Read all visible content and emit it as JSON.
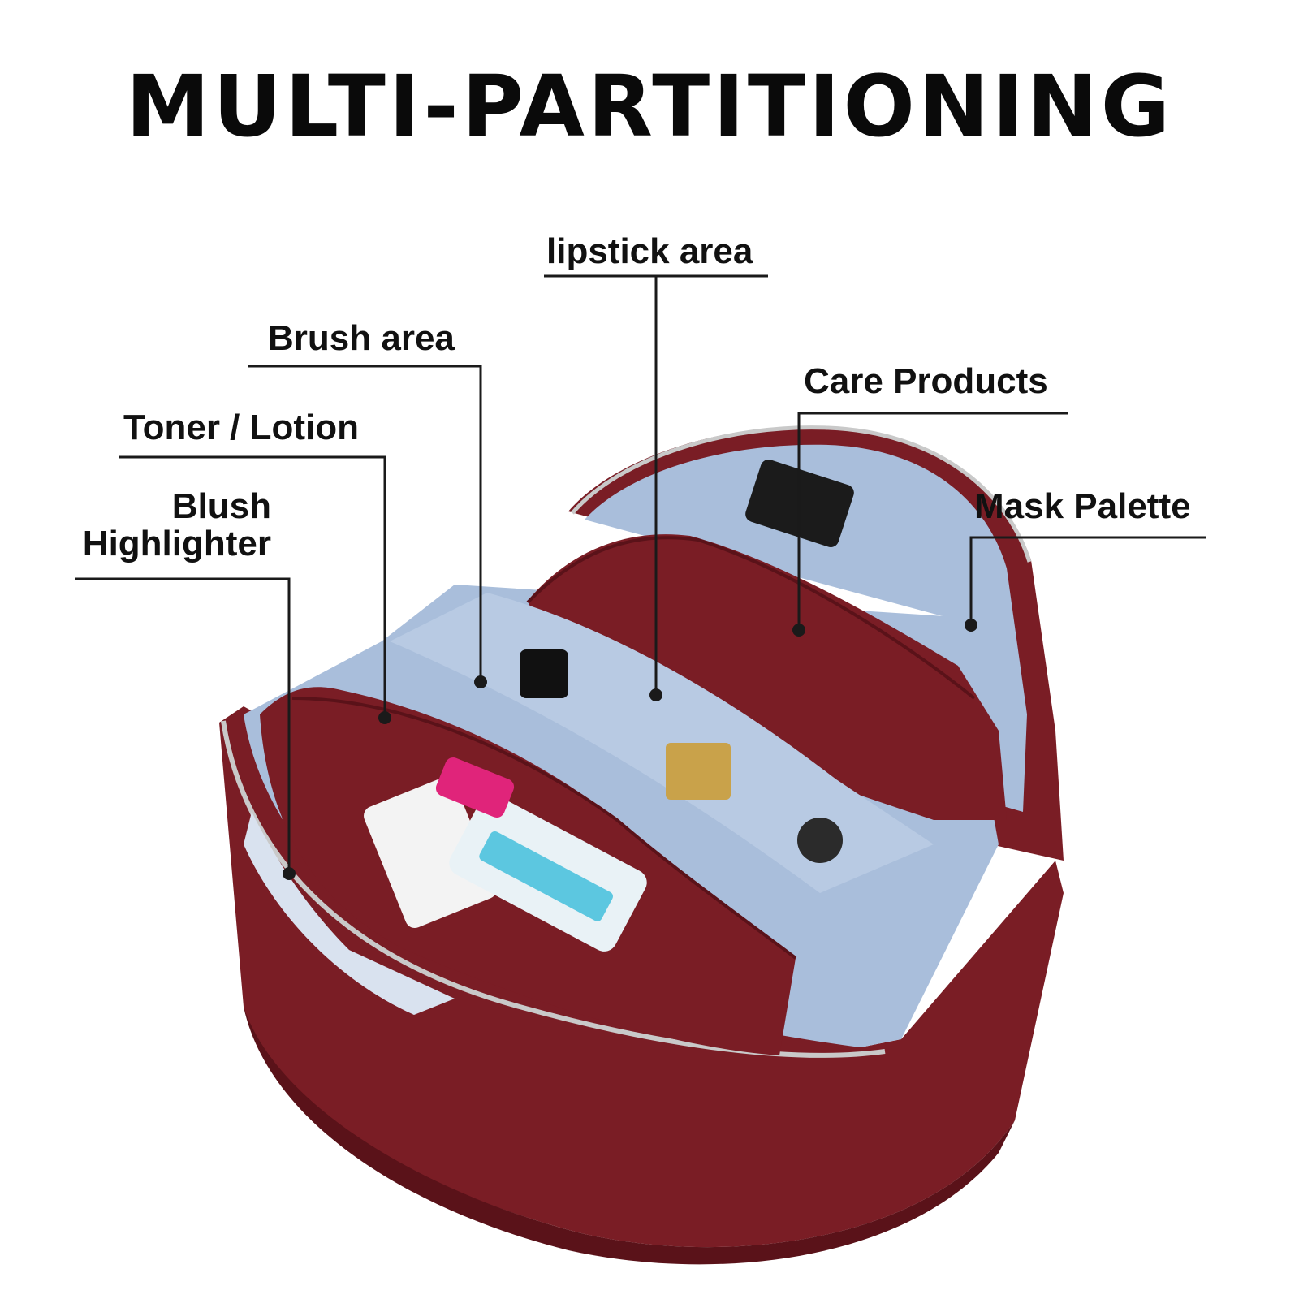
{
  "headline": "MULTI-PARTITIONING",
  "colors": {
    "leather": "#7a1d25",
    "leather_dark": "#5a1219",
    "lining": "#a9bedb",
    "lining_dark": "#8ea6c8",
    "zipper": "#c9c9c9",
    "leader": "#1a1a1a"
  },
  "callouts": {
    "lipstick": "lipstick area",
    "brush": "Brush area",
    "care": "Care Products",
    "toner": "Toner / Lotion",
    "mask": "Mask Palette",
    "blush_line1": "Blush",
    "blush_line2": "Highlighter"
  }
}
